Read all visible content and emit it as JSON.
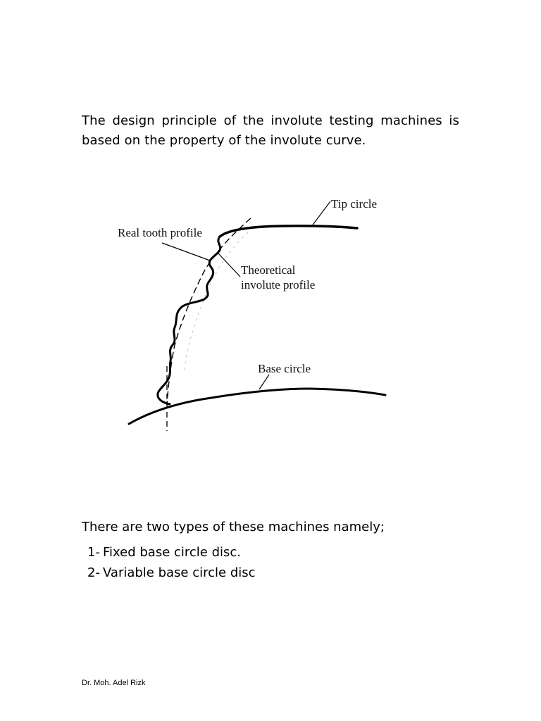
{
  "intro_text": "The design principle of the involute testing machines is based on the property of the involute curve.",
  "figure": {
    "labels": {
      "tip_circle": "Tip circle",
      "real_tooth_profile": "Real tooth profile",
      "theoretical_line1": "Theoretical",
      "theoretical_line2": "involute profile",
      "base_circle": "Base circle"
    }
  },
  "types_intro": "There are two types of these machines namely;",
  "types": [
    {
      "number": "1-",
      "text": "Fixed base circle disc."
    },
    {
      "number": "2-",
      "text": "Variable base circle disc"
    }
  ],
  "footer": "Dr. Moh. Adel Rizk"
}
